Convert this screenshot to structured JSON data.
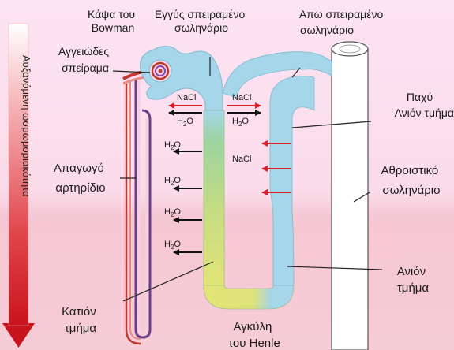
{
  "labels": {
    "bowman_capsule": [
      "Κάψα του",
      "Bowman"
    ],
    "proximal_tubule": [
      "Εγγύς σπειραμένο",
      "σωληνάριο"
    ],
    "distal_tubule": [
      "Απω σπειραμένο",
      "σωληνάριο"
    ],
    "glomerulus": [
      "Αγγειώδες",
      "σπείραμα"
    ],
    "efferent_arteriole": [
      "Απαγωγό",
      "αρτηρίδιο"
    ],
    "thick_ascending": [
      "Παχύ",
      "Ανιόν τμήμα"
    ],
    "collecting_duct": [
      "Αθροιστικό",
      "σωληνάριο"
    ],
    "ascending_limb": [
      "Ανιόν",
      "τμήμα"
    ],
    "descending_limb": [
      "Κατιόν",
      "τμήμα"
    ],
    "loop_of_henle": [
      "Αγκύλη",
      "του Henle"
    ],
    "osmolarity_axis": "Αυξανόμενη ωσμωμοριακότητα"
  },
  "ions": {
    "nacl": "NaCl",
    "water_base": "H",
    "water_sub": "2",
    "water_end": "O"
  },
  "colors": {
    "background_top": "#fde4f3",
    "background_bottom": "#f6ccd6",
    "tubule_blue": "#a6d6ea",
    "tubule_yellow": "#dde27a",
    "tubule_green": "#9dd49e",
    "arrow_red": "#d8202a",
    "axis_red": "#c8141c",
    "vessel_red": "#c0392b",
    "vessel_purple": "#6b3f86",
    "collecting_duct": "#ffffff"
  }
}
